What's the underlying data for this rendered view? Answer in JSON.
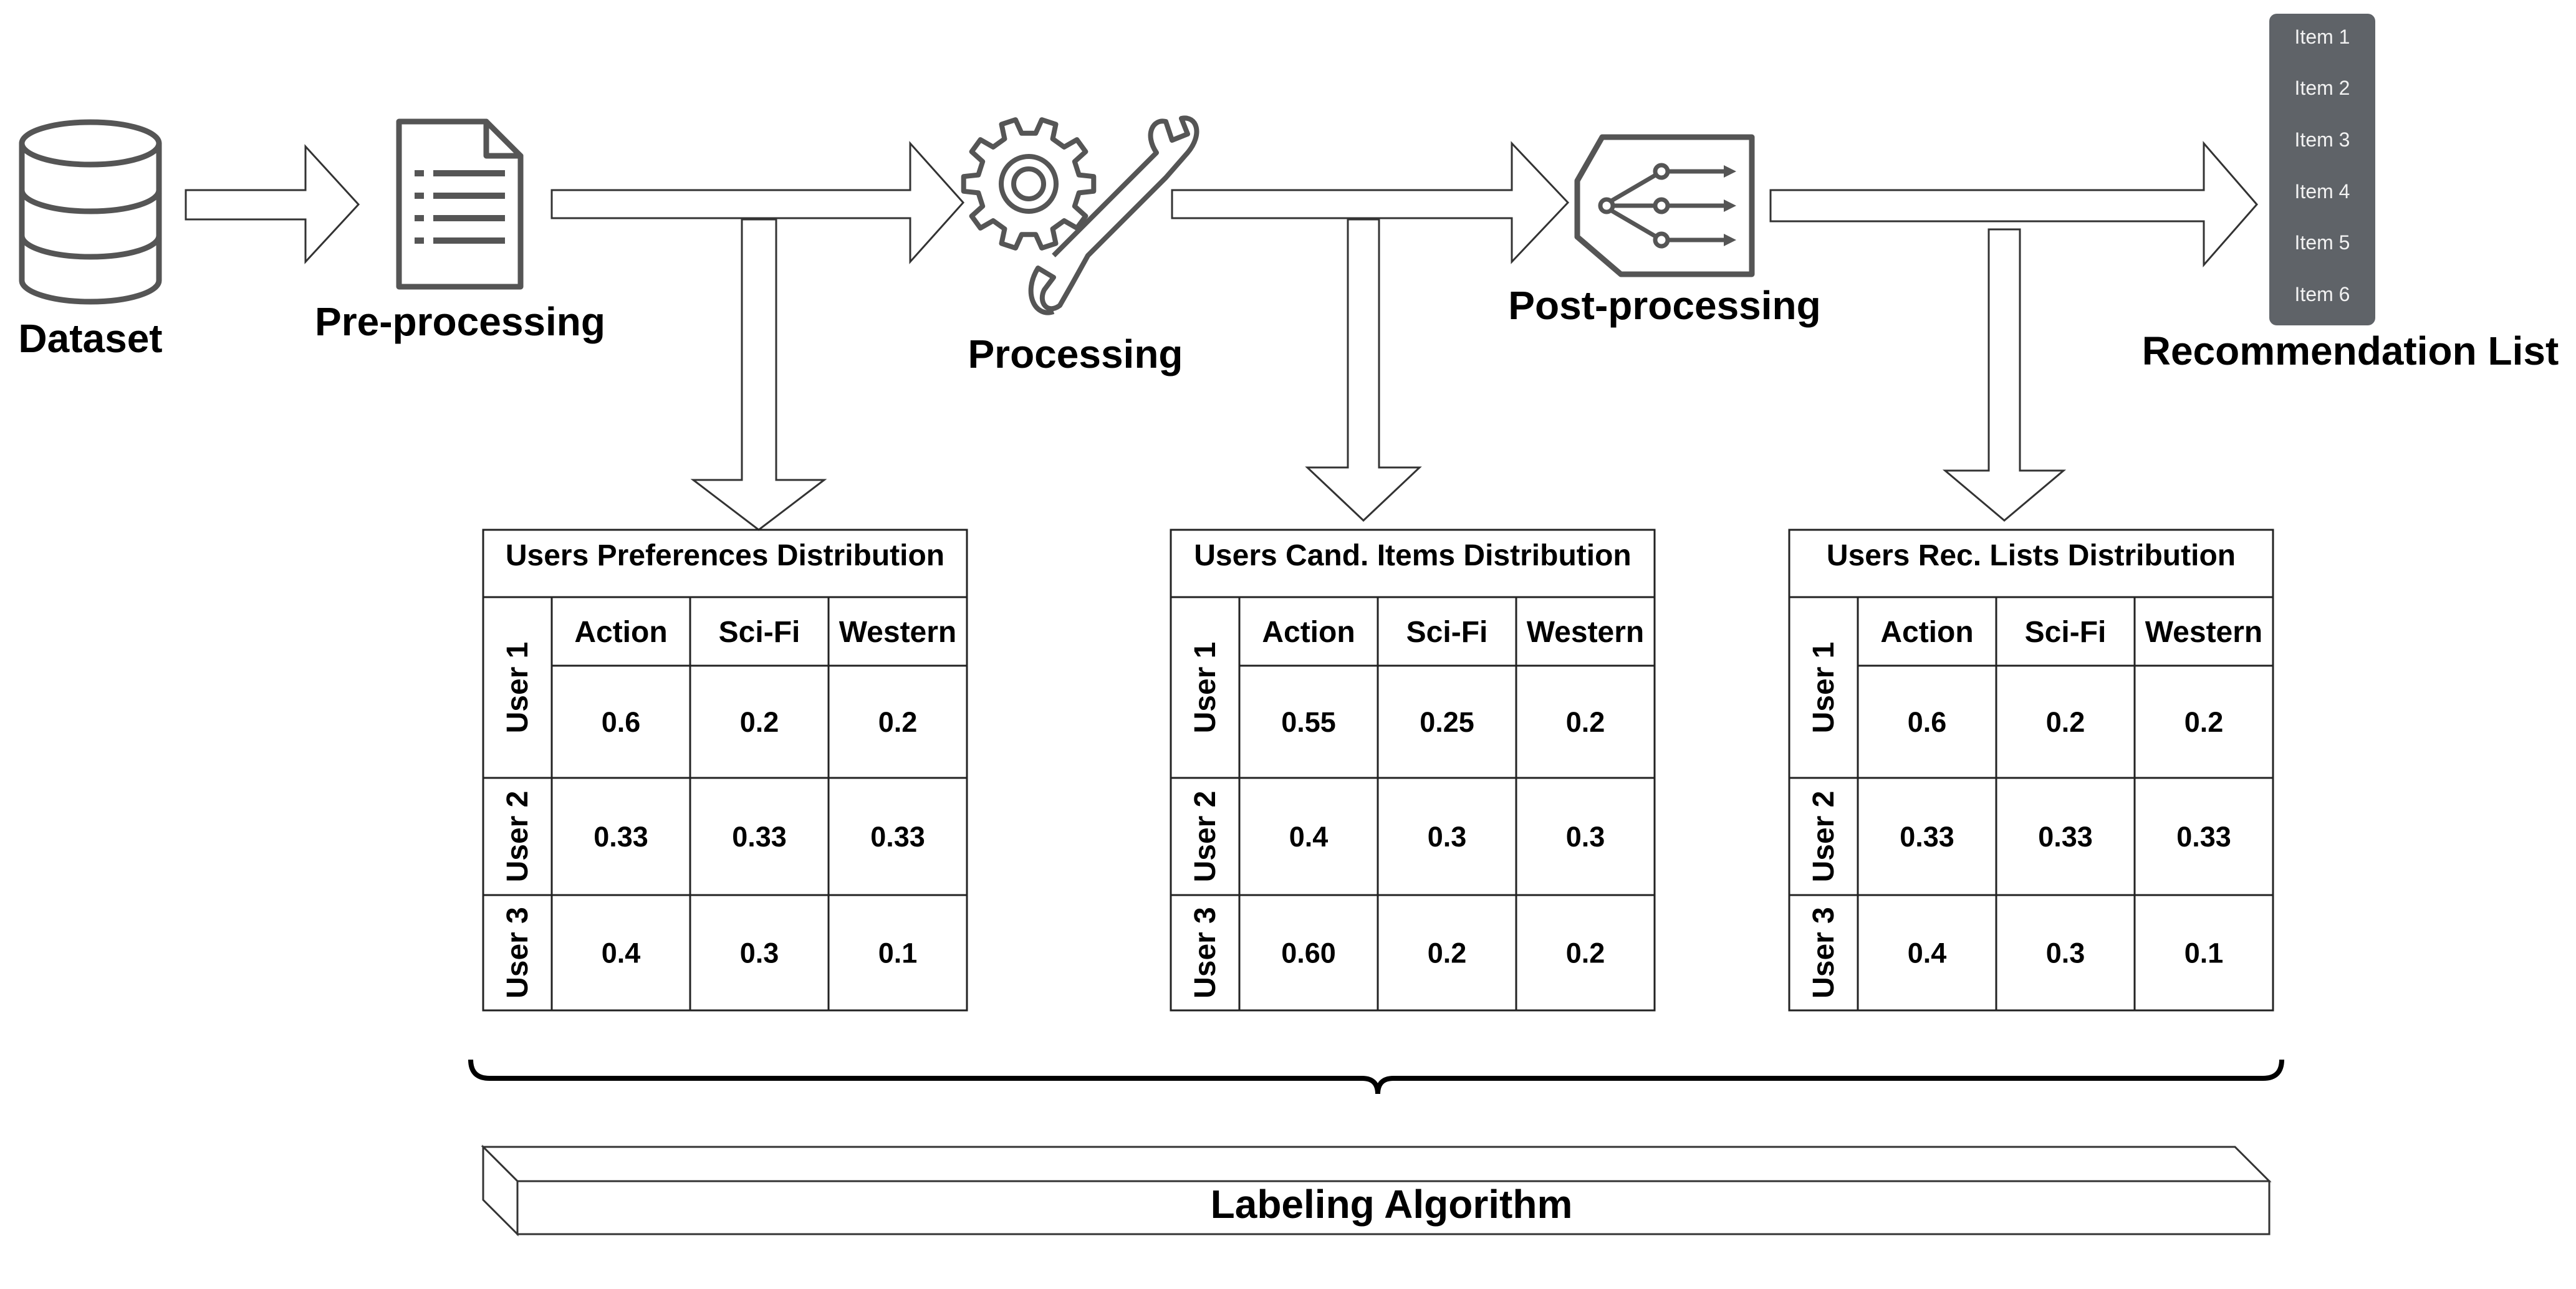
{
  "stages": {
    "dataset": "Dataset",
    "preprocessing": "Pre-processing",
    "processing": "Processing",
    "postprocessing": "Post-processing",
    "recommendation": "Recommendation List"
  },
  "recommendation_items": [
    "Item 1",
    "Item 2",
    "Item 3",
    "Item 4",
    "Item 5",
    "Item 6"
  ],
  "tables": [
    {
      "title": "Users Preferences Distribution",
      "columns": [
        "Action",
        "Sci-Fi",
        "Western"
      ],
      "rows": [
        {
          "user": "User 1",
          "values": [
            "0.6",
            "0.2",
            "0.2"
          ]
        },
        {
          "user": "User 2",
          "values": [
            "0.33",
            "0.33",
            "0.33"
          ]
        },
        {
          "user": "User 3",
          "values": [
            "0.4",
            "0.3",
            "0.1"
          ]
        }
      ]
    },
    {
      "title": "Users Cand. Items Distribution",
      "columns": [
        "Action",
        "Sci-Fi",
        "Western"
      ],
      "rows": [
        {
          "user": "User 1",
          "values": [
            "0.55",
            "0.25",
            "0.2"
          ]
        },
        {
          "user": "User 2",
          "values": [
            "0.4",
            "0.3",
            "0.3"
          ]
        },
        {
          "user": "User 3",
          "values": [
            "0.60",
            "0.2",
            "0.2"
          ]
        }
      ]
    },
    {
      "title": "Users Rec. Lists Distribution",
      "columns": [
        "Action",
        "Sci-Fi",
        "Western"
      ],
      "rows": [
        {
          "user": "User 1",
          "values": [
            "0.6",
            "0.2",
            "0.2"
          ]
        },
        {
          "user": "User 2",
          "values": [
            "0.33",
            "0.33",
            "0.33"
          ]
        },
        {
          "user": "User 3",
          "values": [
            "0.4",
            "0.3",
            "0.1"
          ]
        }
      ]
    }
  ],
  "labeling_bar": "Labeling Algorithm",
  "icons": {
    "dataset": "database-icon",
    "preprocessing": "document-icon",
    "processing": "gear-wrench-icon",
    "postprocessing": "branch-arrows-icon"
  },
  "colors": {
    "icon_gray": "#555555",
    "rec_list_bg": "#5f6368",
    "rec_item_text": "#f2f2f2"
  }
}
